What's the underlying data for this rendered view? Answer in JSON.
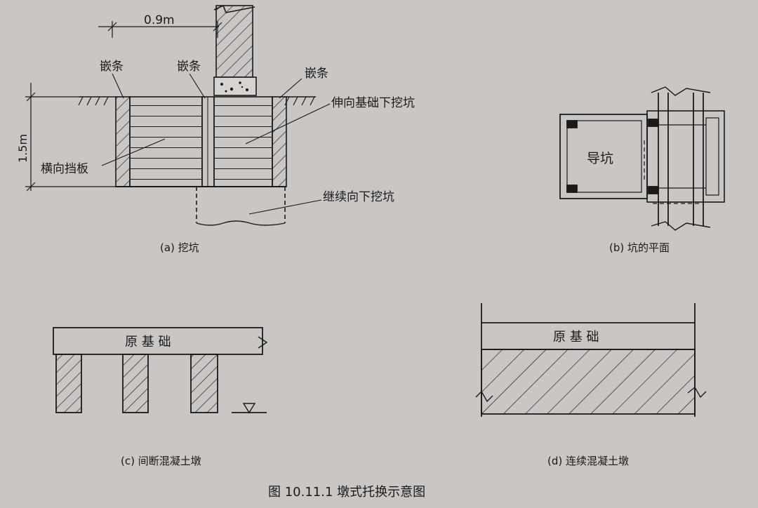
{
  "labels": {
    "dim_width": "0.9m",
    "dim_depth": "1.5m",
    "strip1": "嵌条",
    "strip2": "嵌条",
    "strip3": "嵌条",
    "pit_under_foundation": "伸向基础下挖坑",
    "lateral_board": "横向挡板",
    "continue_down": "继续向下挖坑",
    "guide_pit": "导坑",
    "orig_foundation_c": "原 基 础",
    "orig_foundation_d": "原 基 础"
  },
  "captions": {
    "a": "(a) 挖坑",
    "b": "(b) 坑的平面",
    "c": "(c) 间断混凝土墩",
    "d": "(d) 连续混凝土墩"
  },
  "figure_title": "图 10.11.1   墩式托换示意图",
  "colors": {
    "paper": "#c9c6c4",
    "ink": "#1a1a1a"
  }
}
